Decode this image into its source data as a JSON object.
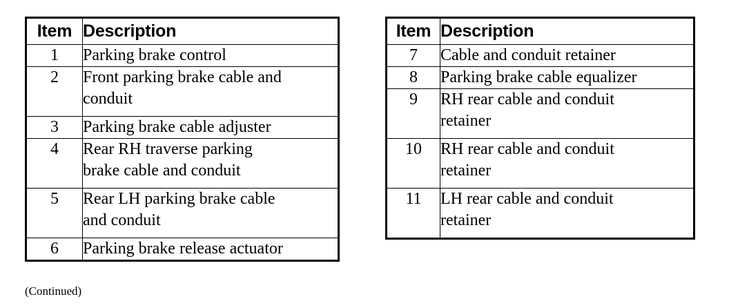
{
  "document": {
    "continued_note": "(Continued)"
  },
  "tables": [
    {
      "id": "left",
      "headers": {
        "item": "Item",
        "description": "Description"
      },
      "rows": [
        {
          "item": "1",
          "lines": [
            "Parking brake control"
          ]
        },
        {
          "item": "2",
          "lines": [
            "Front parking brake cable and",
            "conduit"
          ]
        },
        {
          "item": "3",
          "lines": [
            "Parking brake cable adjuster"
          ]
        },
        {
          "item": "4",
          "lines": [
            "Rear RH traverse parking",
            "brake cable and conduit"
          ]
        },
        {
          "item": "5",
          "lines": [
            "Rear LH parking brake cable",
            "and conduit"
          ]
        },
        {
          "item": "6",
          "lines": [
            "Parking brake release actuator"
          ]
        }
      ]
    },
    {
      "id": "right",
      "headers": {
        "item": "Item",
        "description": "Description"
      },
      "rows": [
        {
          "item": "7",
          "lines": [
            "Cable and conduit retainer"
          ]
        },
        {
          "item": "8",
          "lines": [
            "Parking brake cable equalizer"
          ]
        },
        {
          "item": "9",
          "lines": [
            "RH rear cable and conduit",
            "retainer"
          ]
        },
        {
          "item": "10",
          "lines": [
            "RH rear cable and conduit",
            "retainer"
          ]
        },
        {
          "item": "11",
          "lines": [
            "LH rear cable and conduit",
            "retainer"
          ]
        }
      ]
    }
  ]
}
